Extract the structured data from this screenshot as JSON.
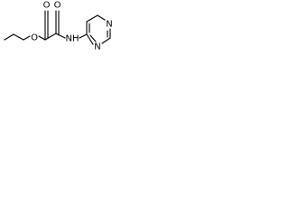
{
  "diagram": {
    "type": "chemical-structure",
    "atom_labels": {
      "ester_oxygen": "O",
      "carbonyl_oxygen_1": "O",
      "carbonyl_oxygen_2": "O",
      "amide_nh": "NH",
      "ring_nitrogen_1": "N",
      "ring_nitrogen_2": "N"
    },
    "colors": {
      "bond": "#000000",
      "label": "#000000",
      "background": "#ffffff"
    }
  }
}
